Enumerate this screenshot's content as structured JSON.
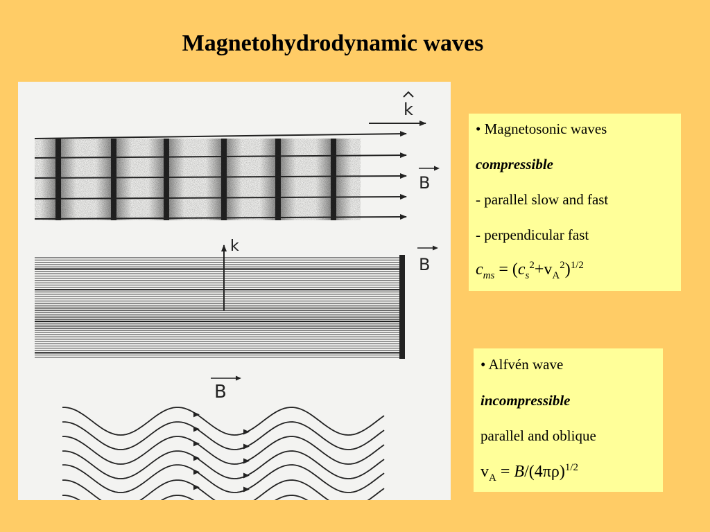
{
  "title": "Magnetohydrodynamic waves",
  "figure": {
    "label_k_hat": "k",
    "label_k": "k",
    "label_B": "B"
  },
  "magnetosonic": {
    "bullet": "• Magnetosonic waves",
    "property": "compressible",
    "line1": "- parallel slow and fast",
    "line2": "- perpendicular fast",
    "formula": {
      "lhs": "c",
      "lhs_sub": "ms",
      "eq": " = (",
      "cs": "c",
      "cs_sub": "s",
      "cs_sup": "2",
      "plus": "+v",
      "va_sub": "A",
      "va_sup": "2",
      "close": ")",
      "exp": "1/2"
    }
  },
  "alfven": {
    "bullet": "• Alfvén wave",
    "property": "incompressible",
    "line1": "parallel and oblique",
    "formula": {
      "v": "v",
      "v_sub": "A",
      "eq": " = ",
      "B": "B",
      "rest": "/(4πρ)",
      "exp": "1/2"
    }
  }
}
